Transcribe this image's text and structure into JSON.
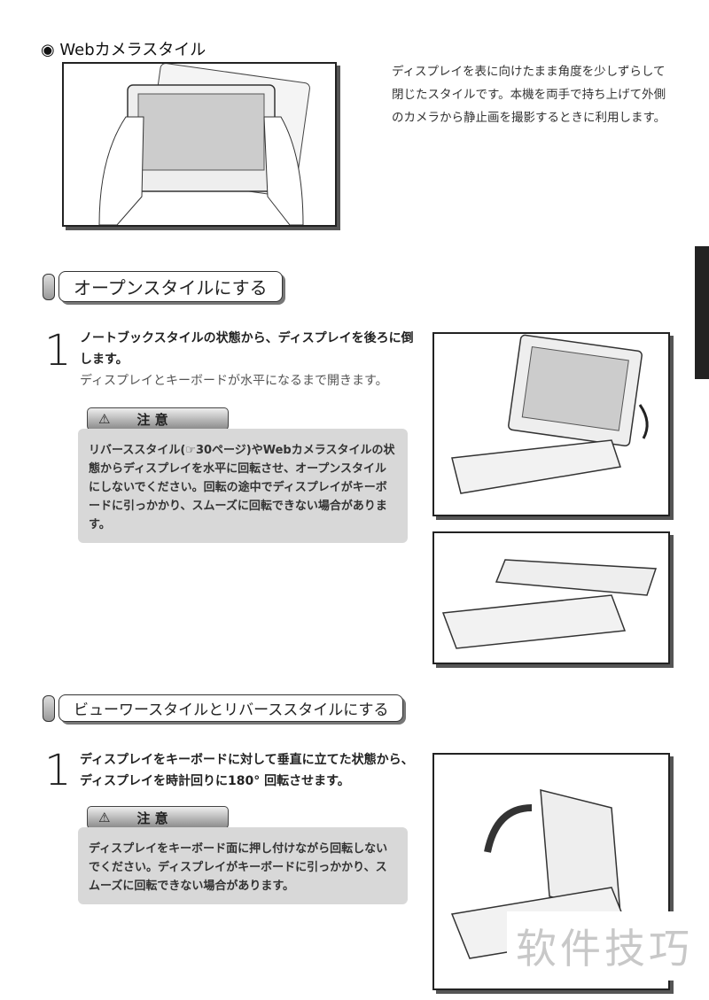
{
  "webcam": {
    "heading": "◉ Webカメラスタイル",
    "description": "ディスプレイを表に向けたまま角度を少しずらして閉じたスタイルです。本機を両手で持ち上げて外側のカメラから静止画を撮影するときに利用します。"
  },
  "open_style": {
    "title": "オープンスタイルにする",
    "step_number": "1",
    "step_text": "ノートブックスタイルの状態から、ディスプレイを後ろに倒します。",
    "step_sub": "ディスプレイとキーボードが水平になるまで開きます。",
    "caution_label": "注 意",
    "caution_text": "リバーススタイル(☞30ページ)やWebカメラスタイルの状態からディスプレイを水平に回転させ、オープンスタイルにしないでください。回転の途中でディスプレイがキーボードに引っかかり、スムーズに回転できない場合があります。"
  },
  "viewer_style": {
    "title": "ビューワースタイルとリバーススタイルにする",
    "step_number": "1",
    "step_text": "ディスプレイをキーボードに対して垂直に立てた状態から、ディスプレイを時計回りに180° 回転させます。",
    "caution_label": "注 意",
    "caution_text": "ディスプレイをキーボード面に押し付けながら回転しないでください。ディスプレイがキーボードに引っかかり、スムーズに回転できない場合があります。"
  },
  "watermark": "软件技巧"
}
